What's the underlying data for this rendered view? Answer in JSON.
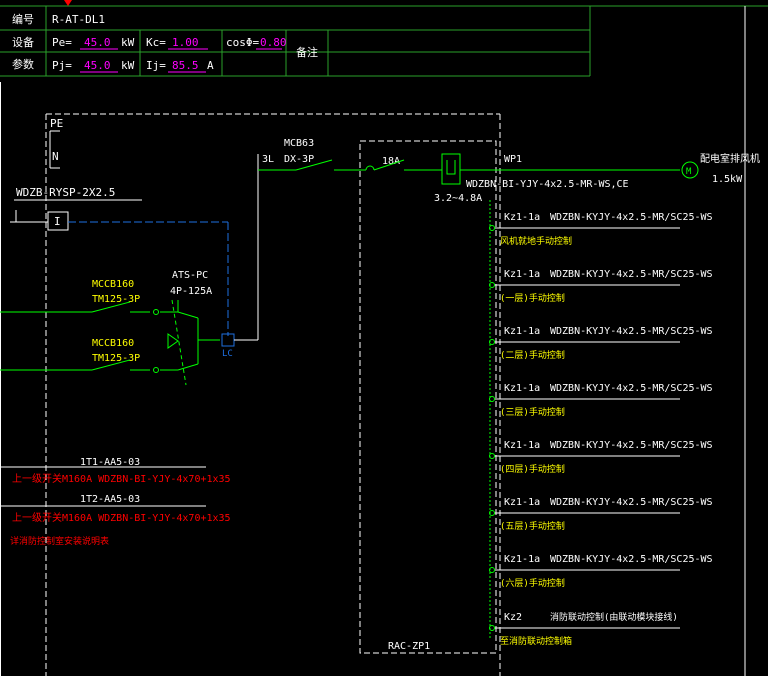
{
  "title_block": {
    "row1_label": "编号",
    "code": "R-AT-DL1",
    "row2_label": "设备",
    "row3_label": "参数",
    "pe_label": "Pe=",
    "pe_value": "45.0",
    "pe_unit": "kW",
    "kc_label": "Kc=",
    "kc_value": "1.00",
    "cos_label": "cosΦ=",
    "cos_value": "0.80",
    "note_label": "备注",
    "pj_label": "Pj=",
    "pj_value": "45.0",
    "pj_unit": "kW",
    "ij_label": "Ij=",
    "ij_value": "85.5",
    "ij_unit": "A"
  },
  "busbars": {
    "pe": "PE",
    "n": "N"
  },
  "spd_cable": "WDZB-RYSP-2X2.5",
  "ct_symbol": "I",
  "mccb1": {
    "model": "MCCB160",
    "rating": "TM125-3P"
  },
  "mccb2": {
    "model": "MCCB160",
    "rating": "TM125-3P"
  },
  "ats": {
    "model": "ATS-PC",
    "rating": "4P-125A"
  },
  "ats_lc": "LC",
  "incoming1": {
    "ref": "1T1-AA5-03",
    "desc": "上一级开关M160A WDZBN-BI-YJY-4x70+1x35"
  },
  "incoming2": {
    "ref": "1T2-AA5-03",
    "desc": "上一级开关M160A WDZBN-BI-YJY-4x70+1x35"
  },
  "incoming_note": "详消防控制室安装说明表",
  "mcb": {
    "model": "MCB63",
    "poles": "3L",
    "type": "DX-3P"
  },
  "contactor_rating": "18A",
  "thermal_range": "3.2~4.8A",
  "enclosure_label": "RAC-ZP1",
  "outgoing": {
    "circuit": "WP1",
    "cable": "WDZBN-BI-YJY-4x2.5-MR-WS,CE",
    "load": "配电室排风机",
    "power": "1.5kW",
    "motor_symbol": "M"
  },
  "controls": [
    {
      "id": "Kz1-1a",
      "cable": "WDZBN-KYJY-4x2.5-MR/SC25-WS",
      "desc": "风机就地手动控制"
    },
    {
      "id": "Kz1-1a",
      "cable": "WDZBN-KYJY-4x2.5-MR/SC25-WS",
      "desc": "(一层)手动控制"
    },
    {
      "id": "Kz1-1a",
      "cable": "WDZBN-KYJY-4x2.5-MR/SC25-WS",
      "desc": "(二层)手动控制"
    },
    {
      "id": "Kz1-1a",
      "cable": "WDZBN-KYJY-4x2.5-MR/SC25-WS",
      "desc": "(三层)手动控制"
    },
    {
      "id": "Kz1-1a",
      "cable": "WDZBN-KYJY-4x2.5-MR/SC25-WS",
      "desc": "(四层)手动控制"
    },
    {
      "id": "Kz1-1a",
      "cable": "WDZBN-KYJY-4x2.5-MR/SC25-WS",
      "desc": "(五层)手动控制"
    },
    {
      "id": "Kz1-1a",
      "cable": "WDZBN-KYJY-4x2.5-MR/SC25-WS",
      "desc": "(六层)手动控制"
    }
  ],
  "last_control": {
    "id": "Kz2",
    "cable": "消防联动控制(由联动模块接线)",
    "desc": "至消防联动控制箱"
  },
  "colors": {
    "white": "#ffffff",
    "green": "#00ff00",
    "yellow": "#ffff00",
    "magenta": "#ff00ff",
    "red": "#ff0000",
    "blue": "#1e6fe0",
    "grid_green": "#2aa02a"
  }
}
